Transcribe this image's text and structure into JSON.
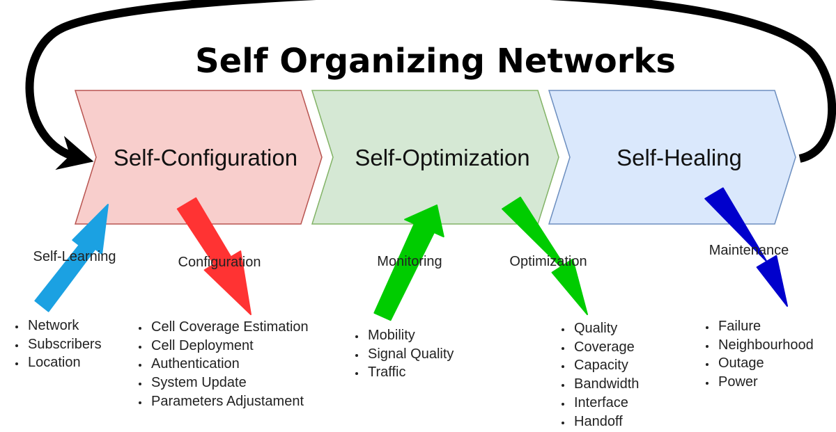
{
  "title": "Self Organizing Networks",
  "stages": [
    {
      "label": "Self-Configuration",
      "fill": "#f8cecc",
      "stroke": "#b85450"
    },
    {
      "label": "Self-Optimization",
      "fill": "#d5e8d4",
      "stroke": "#82b366"
    },
    {
      "label": "Self-Healing",
      "fill": "#dae8fc",
      "stroke": "#6c8ebf"
    }
  ],
  "processes": [
    {
      "label": "Self-Learning",
      "color": "#1ba1e2",
      "items": [
        "Network",
        "Subscribers",
        "Location"
      ]
    },
    {
      "label": "Configuration",
      "color": "#ff3333",
      "items": [
        "Cell Coverage Estimation",
        "Cell Deployment",
        "Authentication",
        "System Update",
        "Parameters Adjustament"
      ]
    },
    {
      "label": "Monitoring",
      "color": "#00cc00",
      "items": [
        "Mobility",
        "Signal Quality",
        "Traffic"
      ]
    },
    {
      "label": "Optimization",
      "color": "#00cc00",
      "items": [
        "Quality",
        "Coverage",
        "Capacity",
        "Bandwidth",
        "Interface",
        "Handoff"
      ]
    },
    {
      "label": "Maintenance",
      "color": "#0000cc",
      "items": [
        "Failure",
        "Neighbourhood",
        "Outage",
        "Power"
      ]
    }
  ],
  "loop_color": "#000000"
}
